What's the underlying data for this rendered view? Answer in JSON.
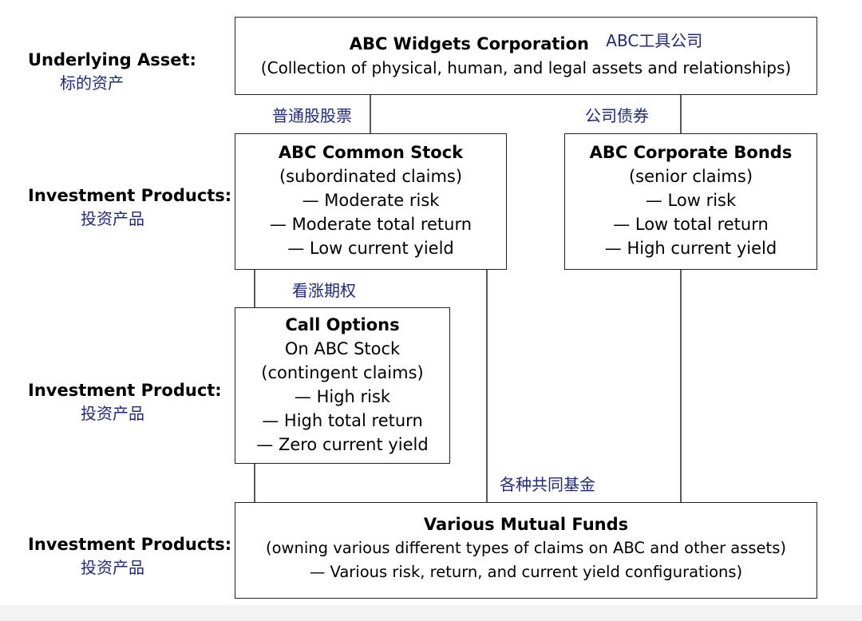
{
  "side_labels": [
    {
      "en": "Underlying Asset:",
      "zh": "标的资产"
    },
    {
      "en": "Investment Products:",
      "zh": "投资产品"
    },
    {
      "en": "Investment Product:",
      "zh": "投资产品"
    },
    {
      "en": "Investment Products:",
      "zh": "投资产品"
    }
  ],
  "boxes": {
    "abc_widgets": {
      "title": "ABC Widgets Corporation",
      "title_zh": "ABC工具公司",
      "lines": [
        "(Collection of physical, human, and legal assets and relationships)"
      ]
    },
    "common_stock": {
      "title": "ABC Common Stock",
      "lines": [
        "(subordinated claims)",
        "— Moderate risk",
        "— Moderate total return",
        "— Low current yield"
      ]
    },
    "corporate_bonds": {
      "title": "ABC Corporate Bonds",
      "lines": [
        "(senior claims)",
        "— Low risk",
        "— Low total return",
        "— High current yield"
      ]
    },
    "call_options": {
      "title": "Call Options",
      "lines": [
        "On ABC Stock",
        "(contingent claims)",
        "— High risk",
        "— High total return",
        "— Zero current yield"
      ]
    },
    "mutual_funds": {
      "title": "Various Mutual Funds",
      "lines": [
        "(owning various different types of claims on ABC and other assets)",
        "— Various risk, return, and current yield configurations)"
      ]
    }
  },
  "connector_labels": {
    "common_stock": "普通股股票",
    "corporate_bonds": "公司债券",
    "call_options": "看涨期权",
    "mutual_funds": "各种共同基金"
  },
  "colors": {
    "chinese_text": "#1f2a72",
    "border": "#222222"
  }
}
